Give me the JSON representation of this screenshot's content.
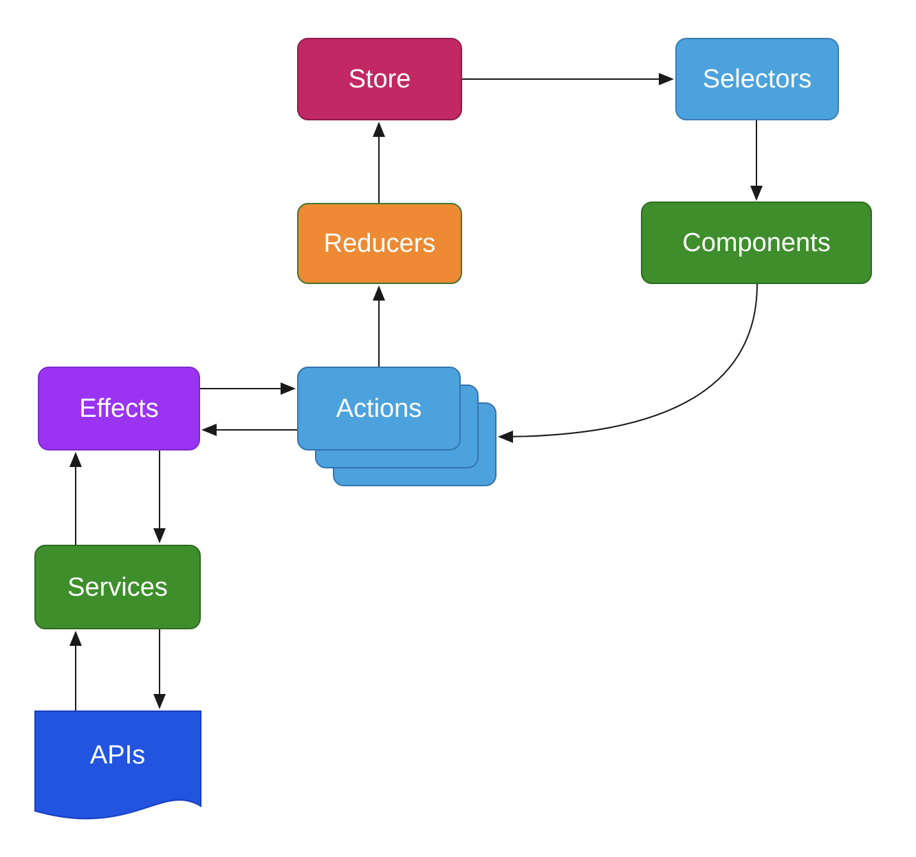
{
  "diagram": {
    "description": "State management data-flow diagram",
    "nodes": {
      "store": {
        "label": "Store",
        "fill": "#c22862",
        "border": "#8e1c4a"
      },
      "selectors": {
        "label": "Selectors",
        "fill": "#4ca2dc",
        "border": "#3b7cb8"
      },
      "reducers": {
        "label": "Reducers",
        "fill": "#ed8a33",
        "border": "#44752f"
      },
      "components": {
        "label": "Components",
        "fill": "#3e8e2c",
        "border": "#2e6b21"
      },
      "effects": {
        "label": "Effects",
        "fill": "#9a33f2",
        "border": "#7d2acf"
      },
      "actions": {
        "label": "Actions",
        "fill": "#4ca2dc",
        "border": "#3474ae"
      },
      "services": {
        "label": "Services",
        "fill": "#3e8e2c",
        "border": "#2e6b21"
      },
      "apis": {
        "label": "APIs",
        "fill": "#2254e0",
        "border": "#1a3fbf"
      }
    },
    "edges": [
      {
        "from": "Store",
        "to": "Selectors"
      },
      {
        "from": "Selectors",
        "to": "Components"
      },
      {
        "from": "Components",
        "to": "Actions"
      },
      {
        "from": "Actions",
        "to": "Reducers"
      },
      {
        "from": "Reducers",
        "to": "Store"
      },
      {
        "from": "Effects",
        "to": "Actions"
      },
      {
        "from": "Actions",
        "to": "Effects"
      },
      {
        "from": "Effects",
        "to": "Services"
      },
      {
        "from": "Services",
        "to": "Effects"
      },
      {
        "from": "Services",
        "to": "APIs"
      },
      {
        "from": "APIs",
        "to": "Services"
      }
    ],
    "arrow_color": "#1a1a1a"
  }
}
